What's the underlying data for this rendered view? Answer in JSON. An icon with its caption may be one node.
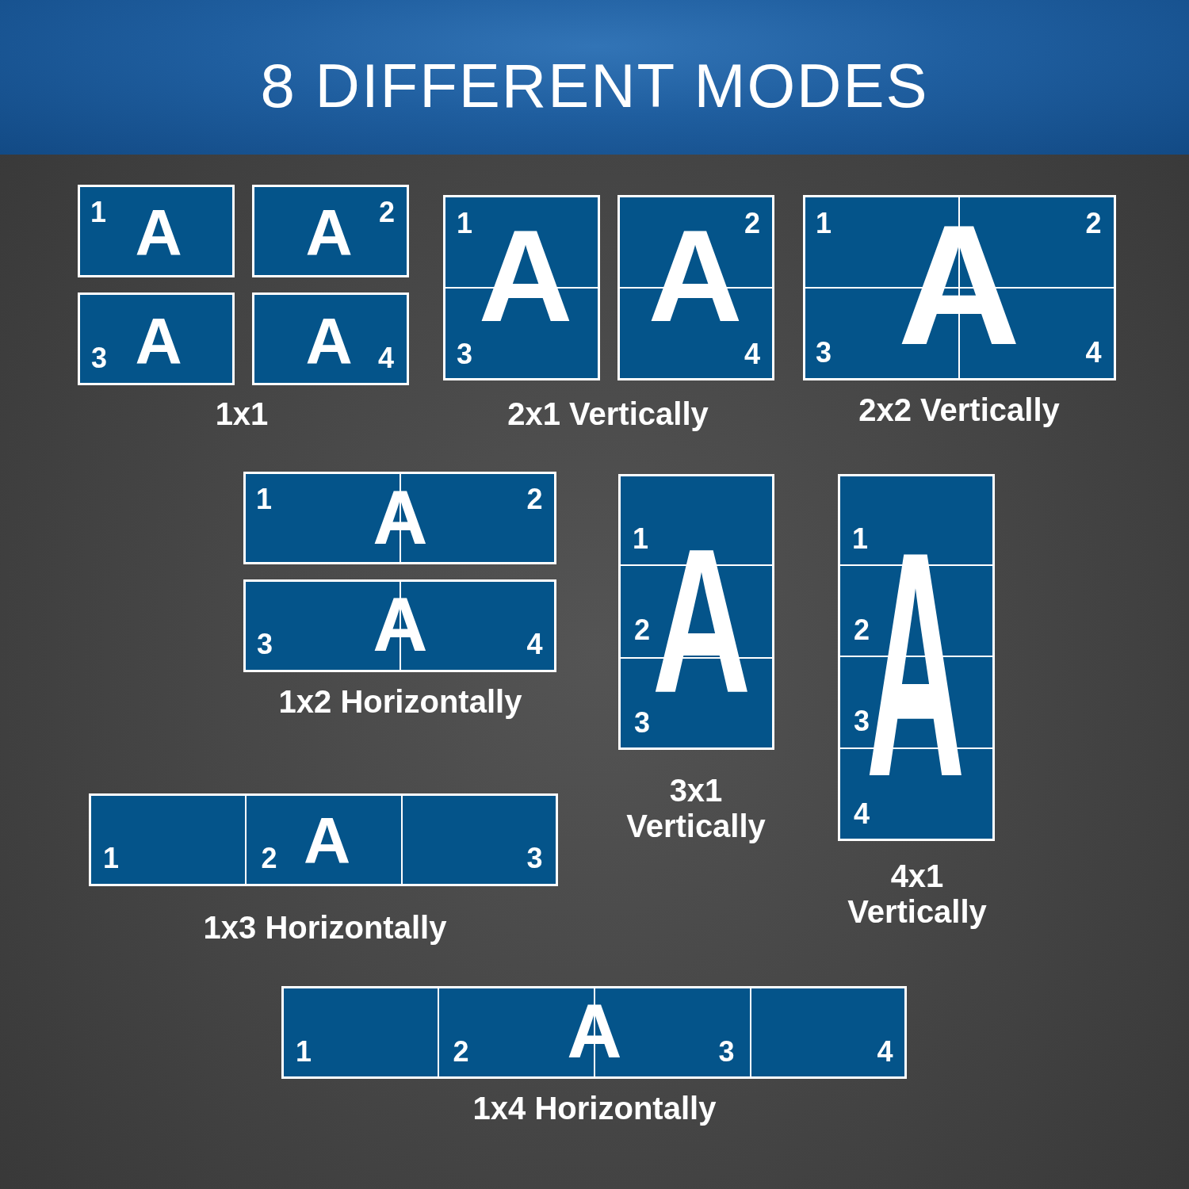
{
  "diagram": {
    "title": "8 DIFFERENT MODES",
    "nodes": [
      {
        "text": [
          "1",
          "A"
        ]
      },
      {
        "text": [
          "2",
          "A"
        ]
      },
      {
        "text": [
          "3",
          "A"
        ]
      },
      {
        "text": [
          "A",
          "4"
        ]
      },
      {
        "text": [
          "1"
        ]
      },
      {
        "text": [
          "2"
        ]
      },
      {
        "text": [
          "3"
        ]
      },
      {
        "text": [
          "4"
        ]
      },
      {
        "text": [
          "1"
        ]
      },
      {
        "text": [
          "2"
        ]
      },
      {
        "text": [
          "3"
        ]
      },
      {
        "text": [
          "4"
        ]
      },
      {
        "text": [
          "1"
        ]
      },
      {
        "text": [
          "2"
        ]
      },
      {
        "text": [
          "3"
        ]
      },
      {
        "text": [
          "4"
        ]
      },
      {
        "text": [
          "1"
        ]
      },
      {
        "text": [
          "2"
        ]
      },
      {
        "text": [
          "3"
        ]
      },
      {
        "text": [
          "1"
        ]
      },
      {
        "text": [
          "2"
        ]
      },
      {
        "text": [
          "3"
        ]
      },
      {
        "text": [
          "4"
        ]
      },
      {
        "text": [
          "1"
        ]
      },
      {
        "text": [
          "2",
          "A"
        ]
      },
      {
        "text": [
          "3"
        ]
      },
      {
        "text": [
          "1"
        ]
      },
      {
        "text": [
          "2"
        ]
      },
      {
        "text": [
          "3"
        ]
      },
      {
        "text": [
          "4"
        ]
      }
    ],
    "labels": [
      "A",
      "A",
      "A",
      "1x1",
      "2x1 Vertically",
      "2x2 Vertically",
      "A",
      "A",
      "A",
      "A",
      "1x2 Horizontally",
      "3x1 Vertically",
      "4x1 Vertically",
      "1x3 Horizontally",
      "A",
      "1x4 Horizontally"
    ]
  }
}
